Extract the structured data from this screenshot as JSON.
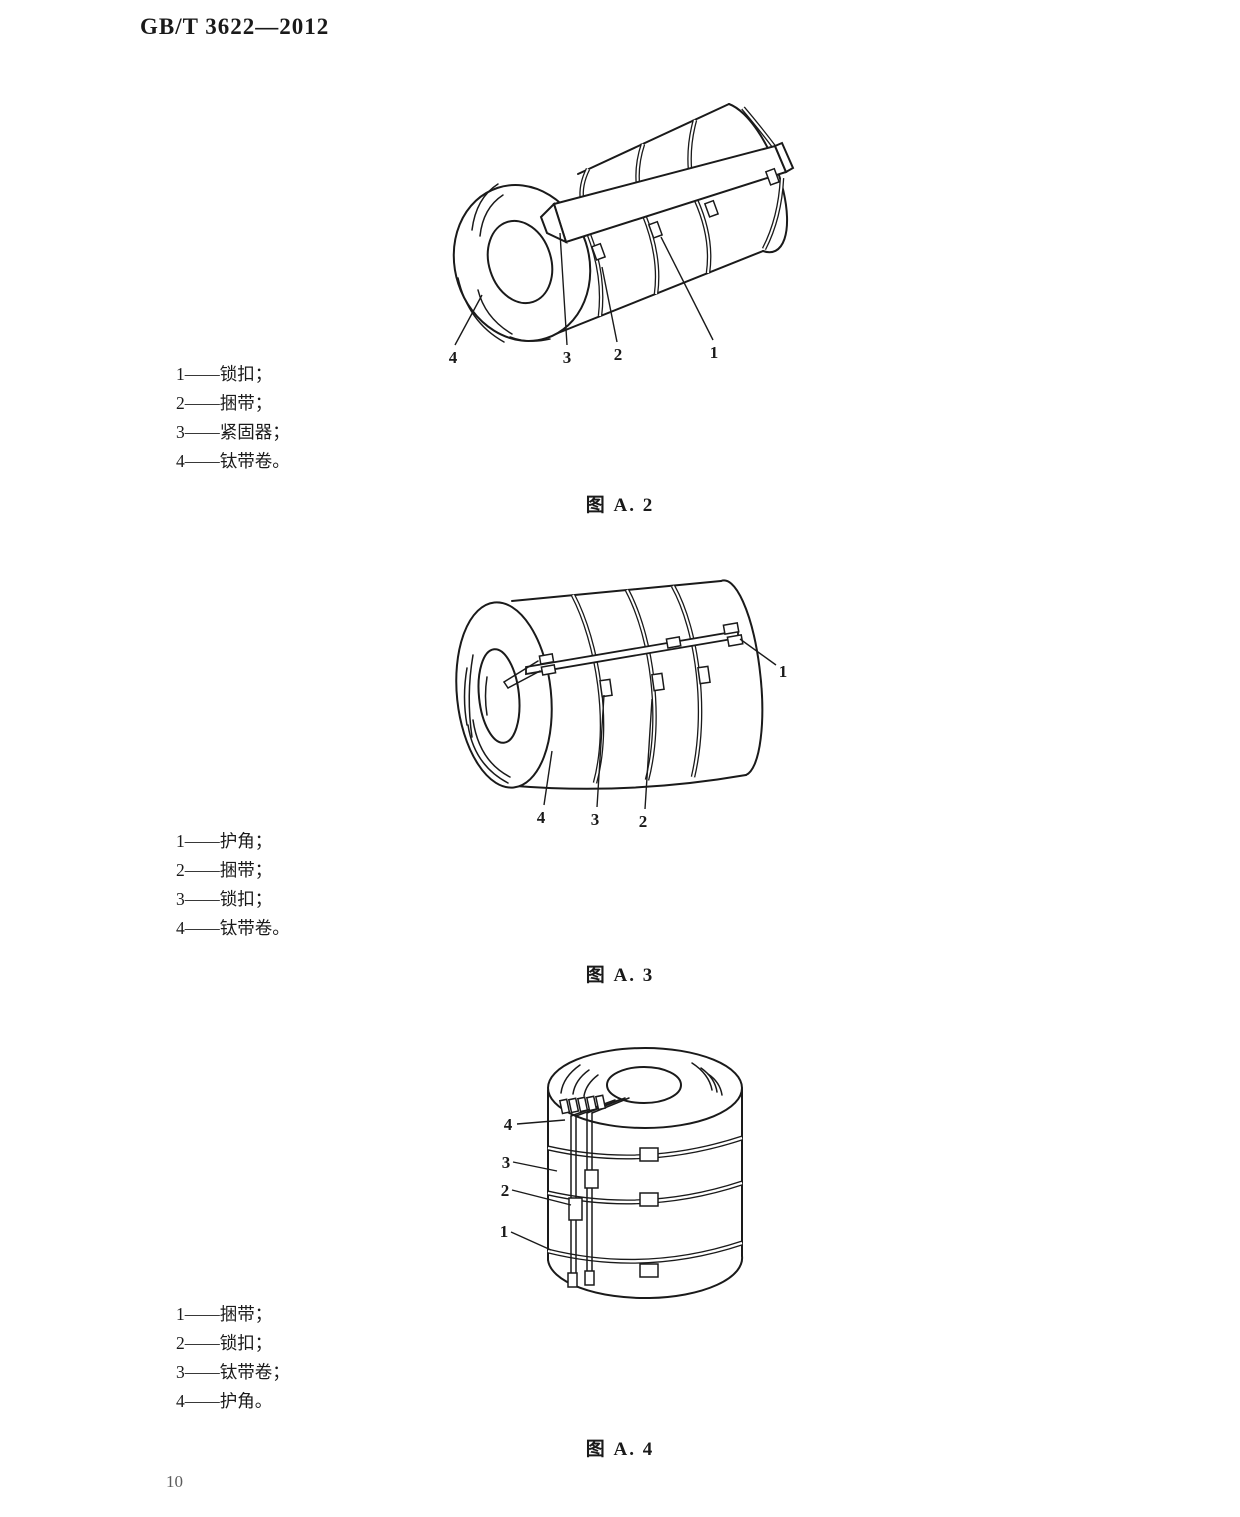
{
  "header": {
    "standard_code": "GB/T 3622—2012"
  },
  "figures": [
    {
      "caption": "图 A. 2",
      "legend": [
        "1——锁扣；",
        "2——捆带；",
        "3——紧固器；",
        "4——钛带卷。"
      ],
      "labels": {
        "n1": "1",
        "n2": "2",
        "n3": "3",
        "n4": "4"
      }
    },
    {
      "caption": "图 A. 3",
      "legend": [
        "1——护角；",
        "2——捆带；",
        "3——锁扣；",
        "4——钛带卷。"
      ],
      "labels": {
        "n1": "1",
        "n2": "2",
        "n3": "3",
        "n4": "4"
      }
    },
    {
      "caption": "图 A. 4",
      "legend": [
        "1——捆带；",
        "2——锁扣；",
        "3——钛带卷；",
        "4——护角。"
      ],
      "labels": {
        "n1": "1",
        "n2": "2",
        "n3": "3",
        "n4": "4"
      }
    }
  ],
  "footer": {
    "page_number": "10"
  }
}
